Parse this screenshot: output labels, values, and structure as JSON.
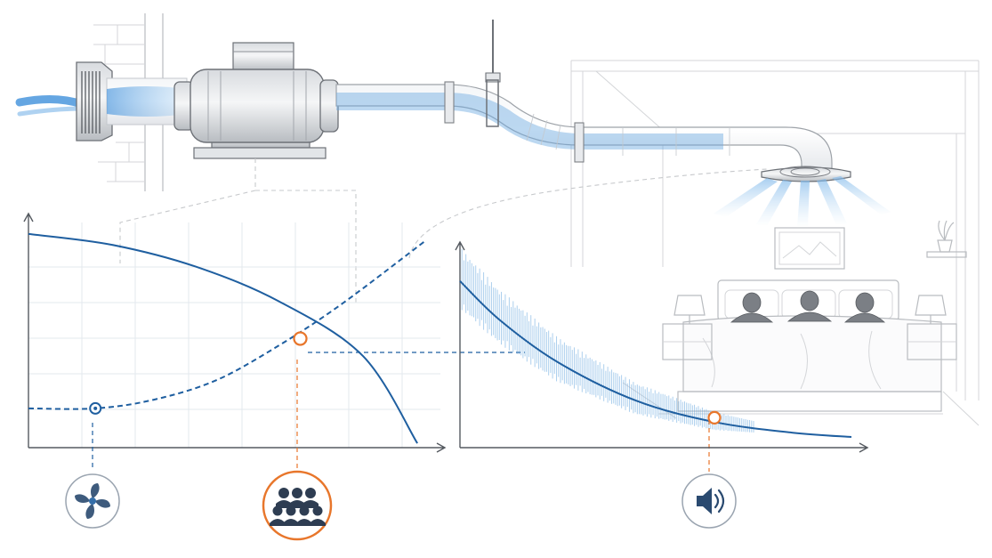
{
  "colors": {
    "curve": "#1f5fa0",
    "operating_point": "#e8762b",
    "airflow": "#6aa9e0",
    "icon_fill": "#2a4a70",
    "sketch": "#b9bcc0"
  },
  "icons": {
    "fan": "fan-icon",
    "occupants": "people-group-icon",
    "noise": "speaker-icon"
  },
  "chart_data": [
    {
      "type": "line",
      "name": "fan-and-system-curves",
      "xlabel": "",
      "ylabel": "",
      "series": [
        {
          "kind": "solid",
          "x": [
            0,
            0.2,
            0.4,
            0.6,
            0.8,
            0.93
          ],
          "y": [
            0.98,
            0.93,
            0.83,
            0.67,
            0.42,
            0.02
          ]
        },
        {
          "kind": "dashed",
          "x": [
            0,
            0.16,
            0.3,
            0.45,
            0.6,
            0.75,
            0.95
          ],
          "y": [
            0.18,
            0.18,
            0.22,
            0.31,
            0.47,
            0.66,
            0.95
          ]
        }
      ],
      "points": [
        {
          "kind": "low-flow-marker",
          "x": 0.16,
          "y": 0.18
        },
        {
          "kind": "operating-point",
          "x": 0.65,
          "y": 0.5
        }
      ],
      "grid": true
    },
    {
      "type": "line",
      "name": "noise-decay",
      "xlabel": "",
      "ylabel": "",
      "series": [
        {
          "kind": "solid",
          "x": [
            0,
            0.1,
            0.25,
            0.45,
            0.65,
            0.85,
            1.0
          ],
          "y": [
            0.78,
            0.6,
            0.4,
            0.22,
            0.12,
            0.07,
            0.05
          ]
        }
      ],
      "points": [
        {
          "kind": "operating-point",
          "x": 0.65,
          "y": 0.14
        }
      ],
      "grid": false
    }
  ]
}
